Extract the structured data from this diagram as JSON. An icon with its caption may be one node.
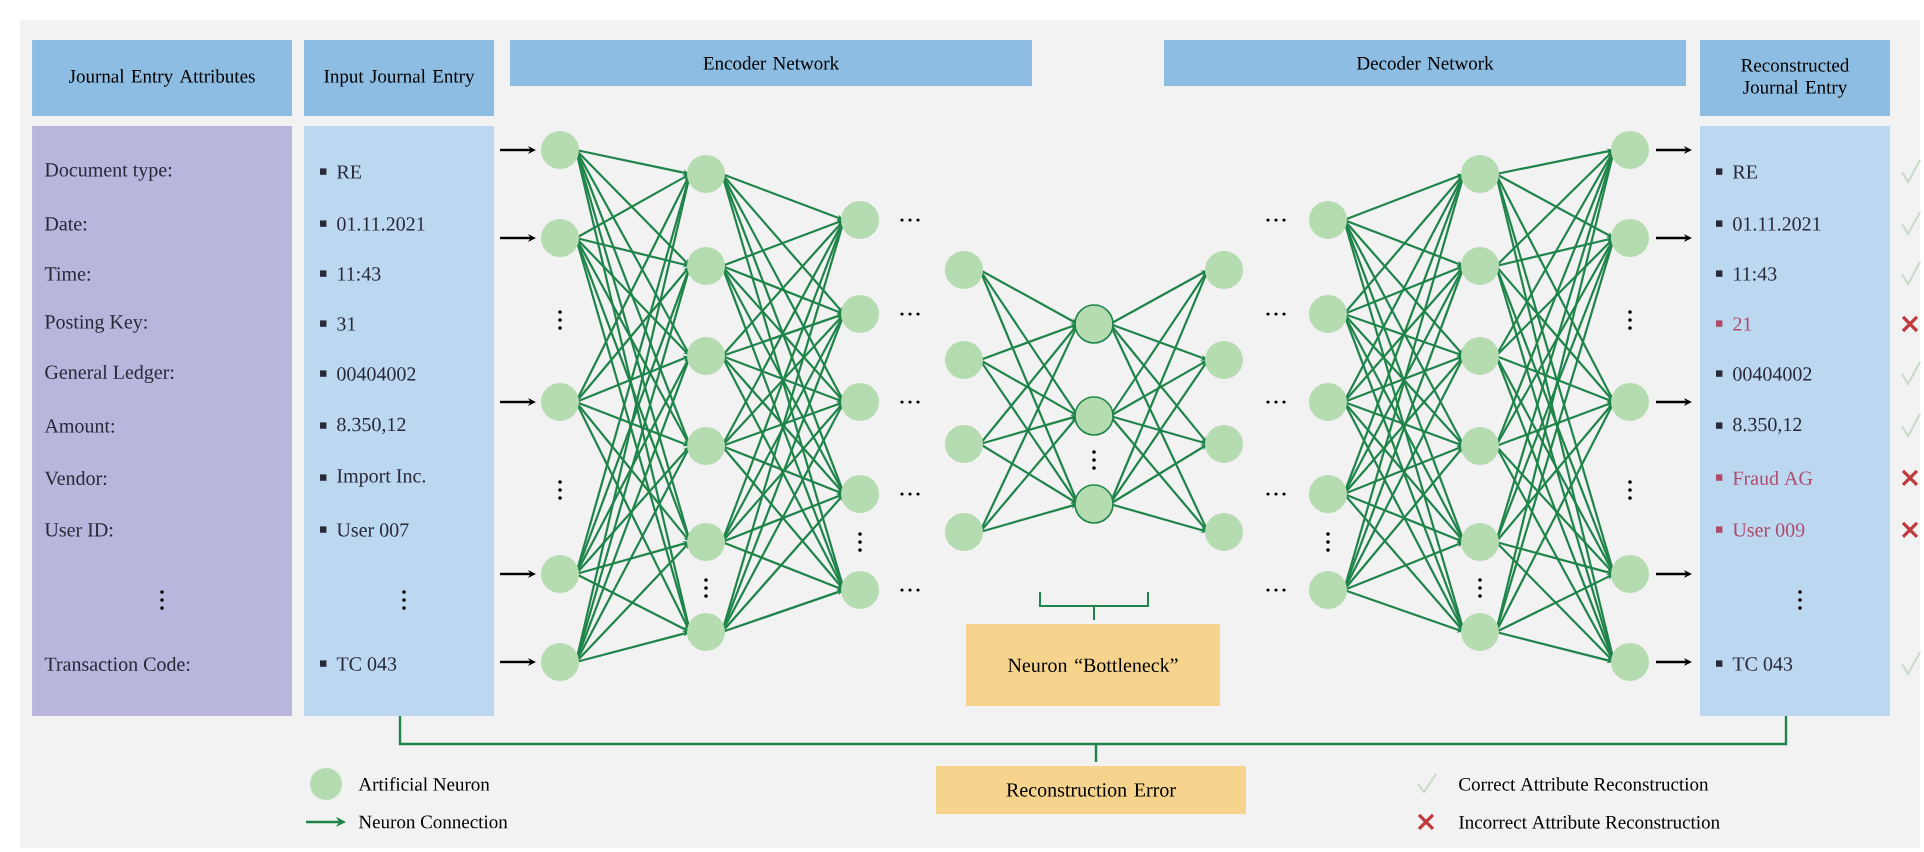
{
  "diagram": {
    "nodes": [
      {
        "text": [
          "Journal Entry Attributes"
        ]
      },
      {
        "text": [
          "Document type:",
          "Date:",
          "Time:",
          "Posting Key:",
          "General Ledger:",
          "Amount:",
          "Vendor:",
          "User ID:",
          "Transaction Code:"
        ]
      },
      {
        "text": [
          "Input Journal Entry"
        ]
      },
      {
        "text": [
          "RE",
          "01.11.2021",
          "11:43",
          "31",
          "00404002",
          "8.350,12",
          "Import Inc.",
          "User 007",
          "TC 043"
        ]
      },
      {
        "text": [
          "Encoder Network"
        ]
      },
      {
        "text": [
          "Decoder Network"
        ]
      },
      {
        "text": [
          "Reconstructed Journal Entry"
        ]
      },
      {
        "text": [
          "RE",
          "01.11.2021",
          "11:43",
          "21",
          "00404002",
          "8.350,12",
          "Fraud AG",
          "User 009",
          "TC 043"
        ]
      },
      {
        "text": [
          "Neuron “Bottleneck”"
        ]
      },
      {
        "text": [
          "Reconstruction Error"
        ]
      }
    ],
    "legend": [
      {
        "text": "Artificial Neuron"
      },
      {
        "text": "Neuron Connection"
      },
      {
        "text": "Correct Attribute Reconstruction"
      },
      {
        "text": "Incorrect Attribute Reconstruction"
      }
    ]
  }
}
